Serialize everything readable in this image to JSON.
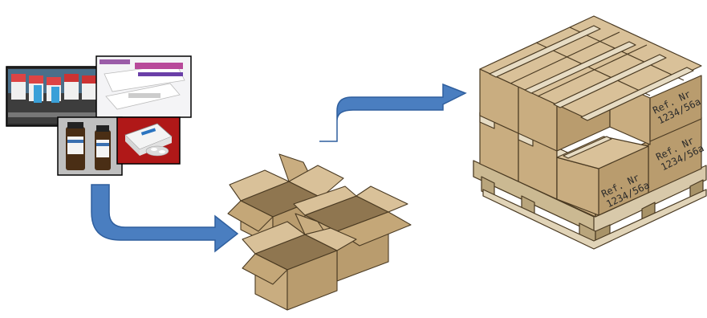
{
  "diagram": {
    "stages": [
      {
        "id": "primary-packages",
        "label": ""
      },
      {
        "id": "shipping-cartons",
        "label": ""
      },
      {
        "id": "palletized-load",
        "label": ""
      }
    ],
    "carton_marking": {
      "line1": "Ref. Nr",
      "line2": "1234/56a"
    },
    "photo_panels": [
      "blister-production-line-photo",
      "pharma-packs-photo",
      "medicine-bottles-photo",
      "blister-pack-photo"
    ],
    "colors": {
      "arrow": "#4a7ec0",
      "arrow_edge": "#2f5f9e",
      "carton": "#c9ad80",
      "carton_dark": "#a88f63",
      "carton_top": "#d9c199",
      "pallet": "#d8c9aa",
      "tape": "#e7dcc4"
    }
  }
}
